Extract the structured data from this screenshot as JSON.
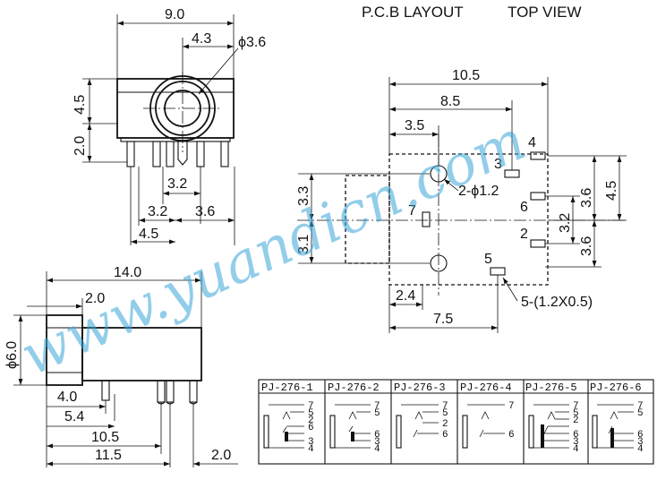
{
  "header": {
    "pcb_layout": "P.C.B LAYOUT",
    "top_view": "TOP VIEW"
  },
  "watermark": {
    "text": "www.yuandicn.com",
    "color": "#3aa6d8"
  },
  "front_view": {
    "width": "9.0",
    "offset": "4.3",
    "hole_dia": "ϕ3.6",
    "height_upper": "4.5",
    "height_lower": "2.0",
    "pin_center": "3.2",
    "pin_left": "3.2",
    "pin_right": "3.6",
    "pin_offset": "4.5"
  },
  "side_view": {
    "length": "14.0",
    "nose": "2.0",
    "diameter": "ϕ6.0",
    "pin_a": "4.0",
    "pin_b": "5.4",
    "pin_c": "10.5",
    "pin_d": "11.5",
    "pin_end": "2.0"
  },
  "pcb": {
    "total_width": "10.5",
    "width_85": "8.5",
    "width_35": "3.5",
    "dim_33": "3.3",
    "dim_31": "3.1",
    "pin_gap_a": "3.6",
    "pin_gap_b": "3.2",
    "pin_gap_c": "3.6",
    "right_45": "4.5",
    "bottom_24": "2.4",
    "bottom_75": "7.5",
    "holes_label": "2-ϕ1.2",
    "pads_label": "5-(1.2X0.5)",
    "pad_labels": [
      "4",
      "3",
      "6",
      "2",
      "7",
      "5"
    ]
  },
  "schematics": {
    "models": [
      "PJ-276-1",
      "PJ-276-2",
      "PJ-276-3",
      "PJ-276-4",
      "PJ-276-5",
      "PJ-276-6"
    ],
    "pins_full": [
      "7",
      "5",
      "2",
      "6",
      "3",
      "4"
    ],
    "pins_short": [
      "7",
      "5",
      "6",
      "3",
      "4"
    ],
    "pins_mid": [
      "7",
      "5",
      "2",
      "6"
    ],
    "pins_min": [
      "7",
      "6"
    ]
  }
}
